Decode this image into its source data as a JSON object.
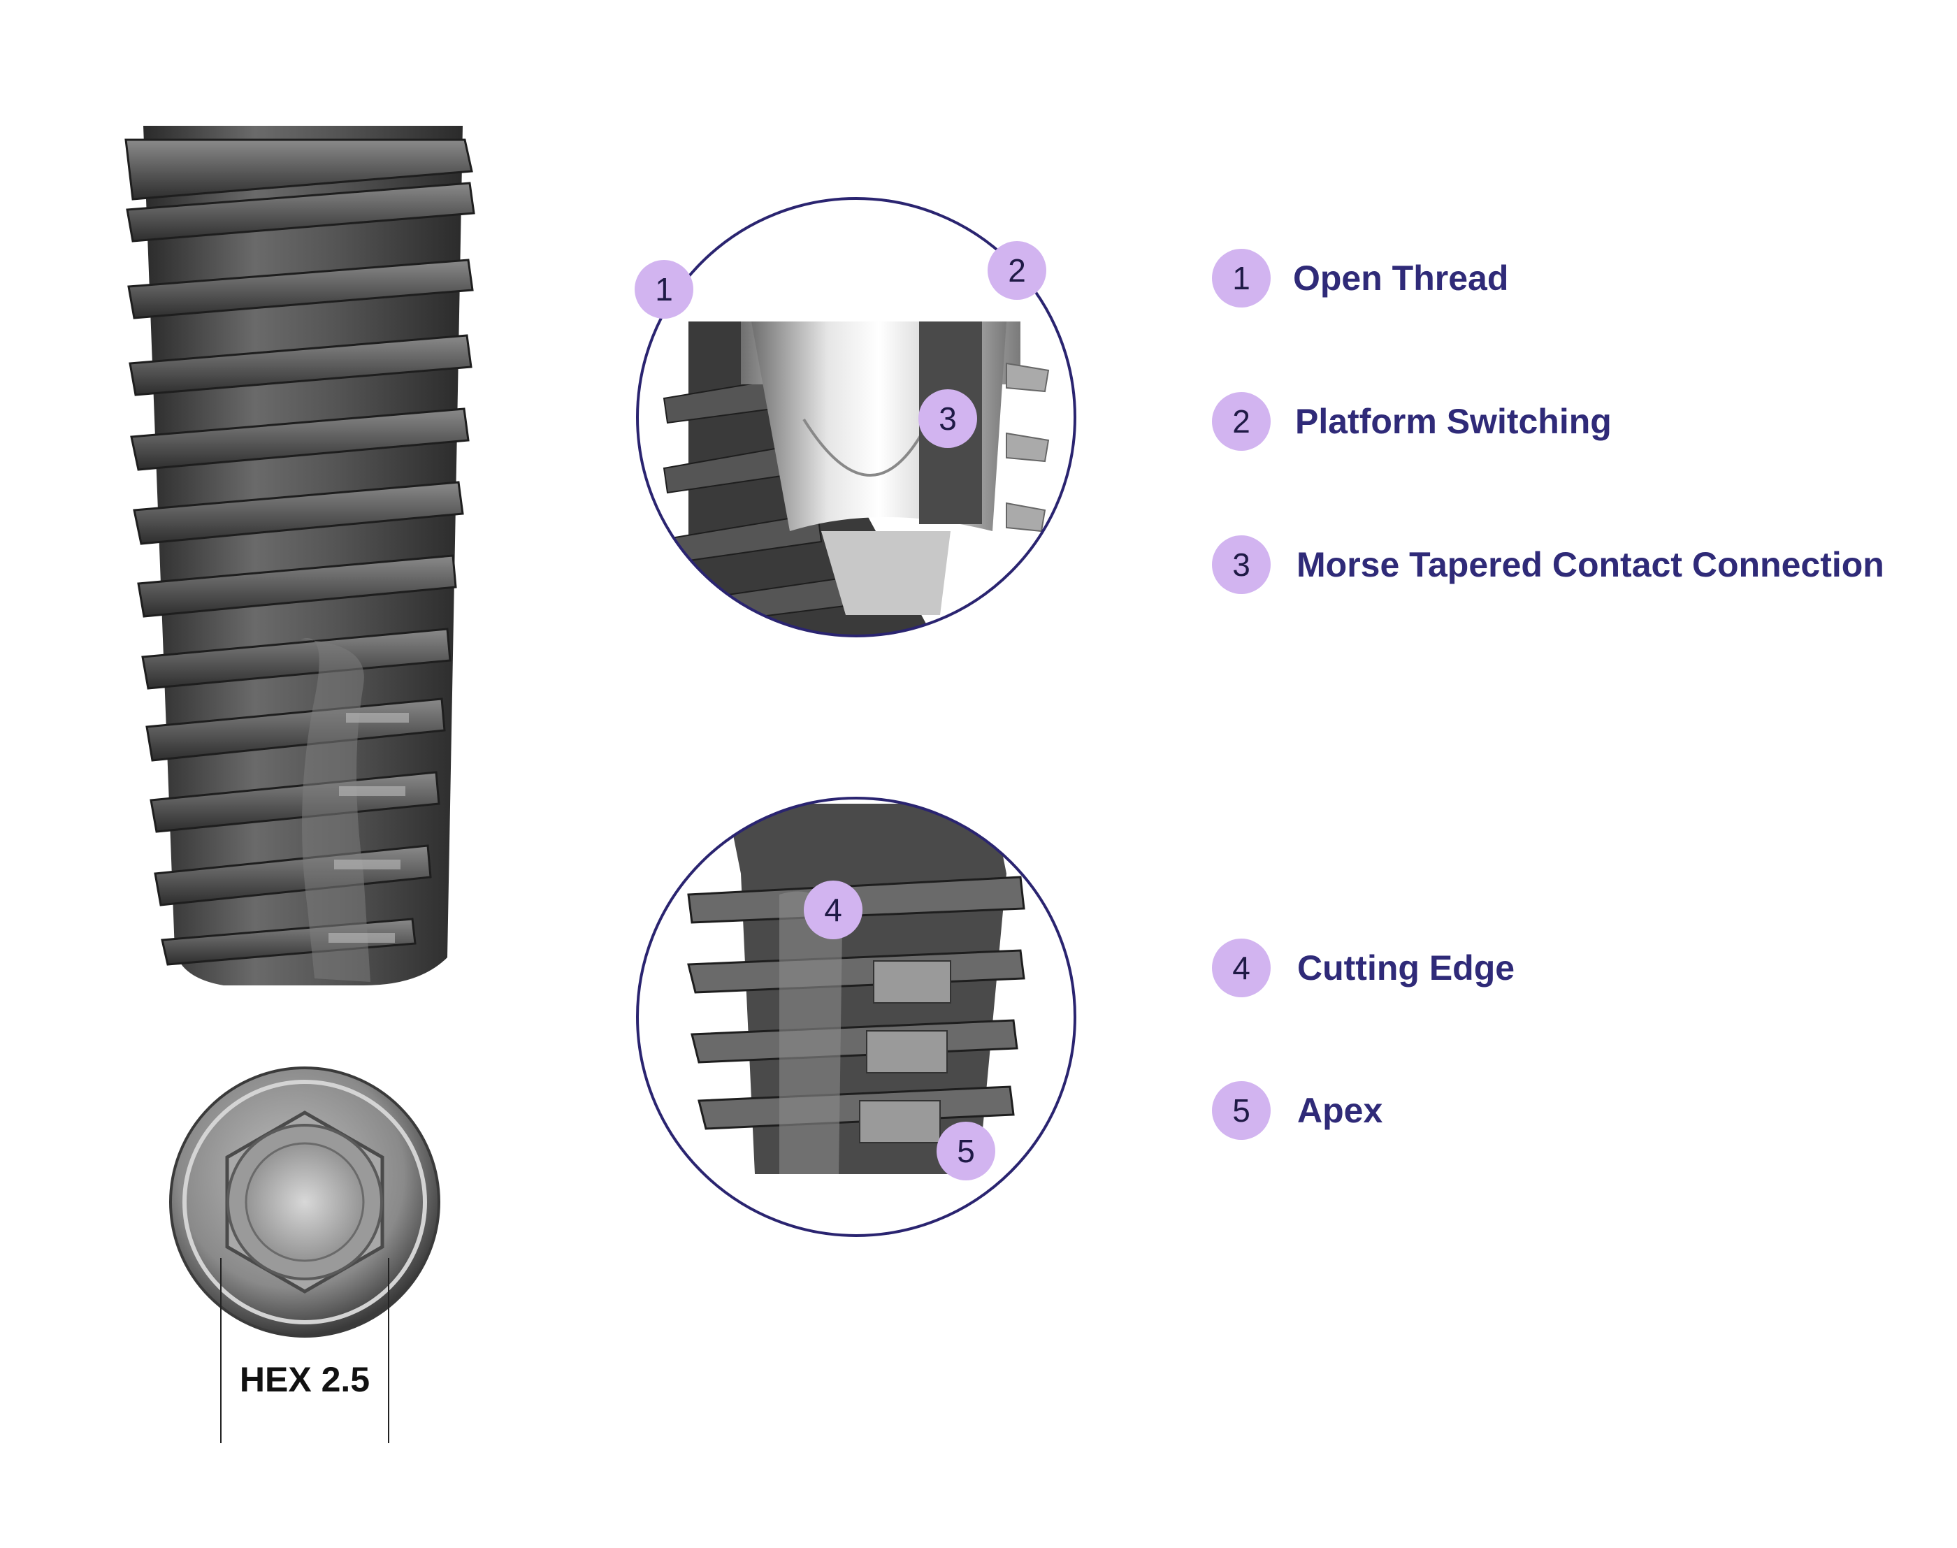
{
  "callouts": [
    {
      "num": "1",
      "label": "Open Thread"
    },
    {
      "num": "2",
      "label": "Platform Switching"
    },
    {
      "num": "3",
      "label": "Morse Tapered Contact Connection"
    },
    {
      "num": "4",
      "label": "Cutting Edge"
    },
    {
      "num": "5",
      "label": "Apex"
    }
  ],
  "hex_label": "HEX 2.5",
  "colors": {
    "badge": "#d2b4f0",
    "label_text": "#2f2a78",
    "circle_stroke": "#2a2470"
  }
}
